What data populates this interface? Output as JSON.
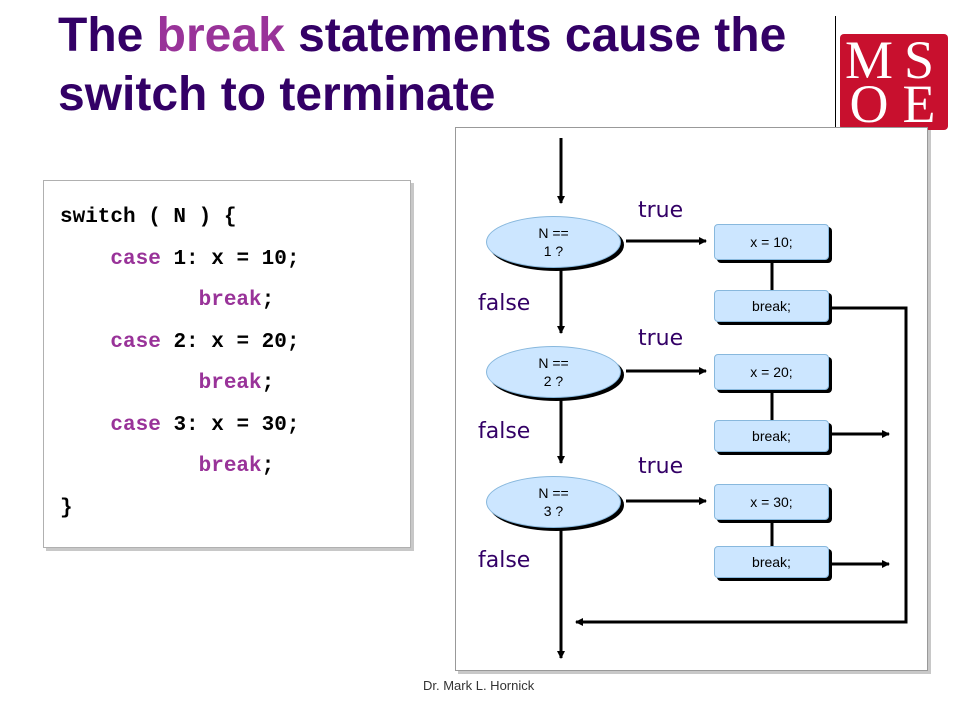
{
  "title": {
    "part1": "The ",
    "keyword": "break",
    "part2": " statements cause the switch to terminate"
  },
  "logo": {
    "letters": [
      "M",
      "S",
      "O",
      "E"
    ]
  },
  "code": {
    "line1": "switch ( N ) {",
    "cases": [
      {
        "kw": "case",
        "rest": " 1: x = 10;",
        "break_kw": "break",
        "semi": ";"
      },
      {
        "kw": "case",
        "rest": " 2: x = 20;",
        "break_kw": "break",
        "semi": ";"
      },
      {
        "kw": "case",
        "rest": " 3: x = 30;",
        "break_kw": "break",
        "semi": ";"
      }
    ],
    "close": "}"
  },
  "flowchart": {
    "decisions": [
      {
        "line1": "N  ==",
        "line2": "1 ?"
      },
      {
        "line1": "N  ==",
        "line2": "2 ?"
      },
      {
        "line1": "N  ==",
        "line2": "3 ?"
      }
    ],
    "actions": [
      "x = 10;",
      "x = 20;",
      "x = 30;"
    ],
    "break_label": "break;",
    "true_label": "true",
    "false_label": "false"
  },
  "footer": "Dr. Mark L. Hornick"
}
